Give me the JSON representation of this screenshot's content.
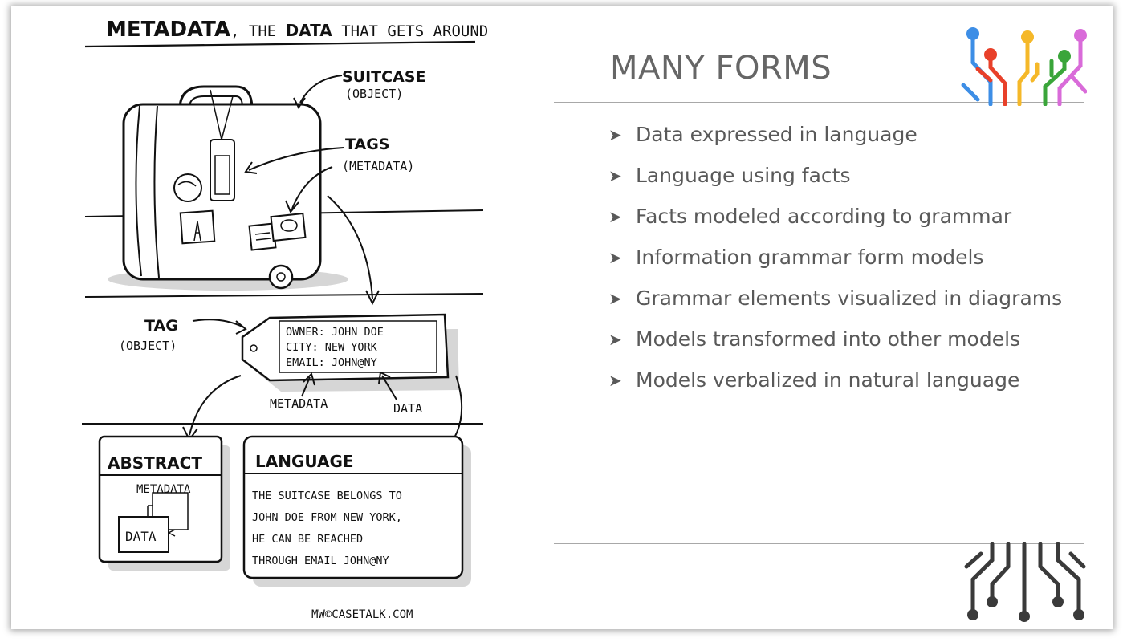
{
  "slide": {
    "title": "MANY FORMS",
    "bullet_marker": "➤",
    "bullets": [
      "Data expressed in language",
      "Language using facts",
      "Facts modeled according to grammar",
      "Information grammar form models",
      "Grammar elements visualized in diagrams",
      "Models transformed into other models",
      "Models verbalized in natural language"
    ]
  },
  "illustration": {
    "header_bold": "METADATA",
    "header_rest_1": ", THE ",
    "header_data": "DATA",
    "header_rest_2": " THAT GETS AROUND",
    "suitcase_label": "SUITCASE",
    "suitcase_sub": "(OBJECT)",
    "tags_label": "TAGS",
    "tags_sub": "(METADATA)",
    "tag_label": "TAG",
    "tag_sub": "(OBJECT)",
    "tag_lines": [
      "OWNER: JOHN DOE",
      "CITY: NEW YORK",
      "EMAIL: JOHN@NY"
    ],
    "metadata_label": "METADATA",
    "data_label": "DATA",
    "abstract_title": "ABSTRACT",
    "abstract_metadata": "METADATA",
    "abstract_data": "DATA",
    "language_title": "LANGUAGE",
    "language_lines": [
      "THE SUITCASE BELONGS TO",
      "JOHN DOE FROM NEW YORK,",
      "HE CAN BE REACHED",
      "THROUGH EMAIL JOHN@NY"
    ],
    "credit": "MW©CASETALK.COM"
  },
  "colors": {
    "logo_blue": "#3d8ee6",
    "logo_red": "#e8402a",
    "logo_yellow": "#f5b829",
    "logo_green": "#3aa53a",
    "logo_pink": "#d96bd9",
    "logo_gray": "#3a3a3a"
  }
}
